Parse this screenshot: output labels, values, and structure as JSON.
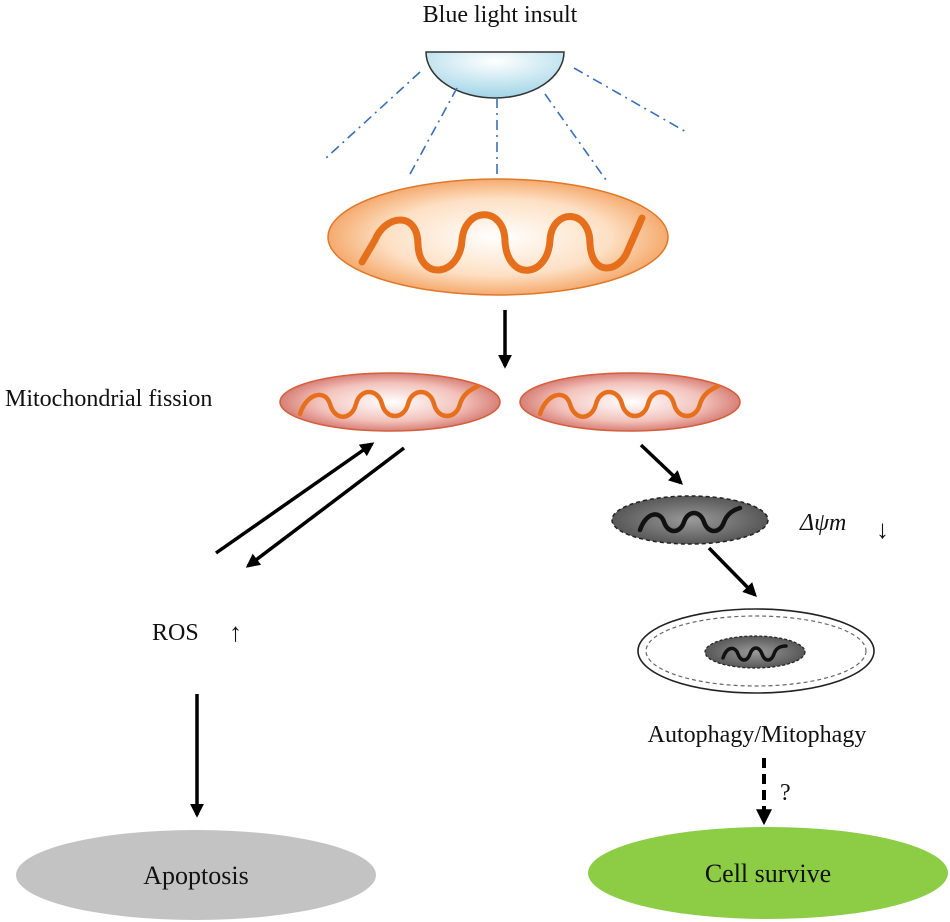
{
  "labels": {
    "blue_light": "Blue light insult",
    "mito_fission": "Mitochondrial fission",
    "ros": "ROS",
    "ros_arrow": "↑",
    "delta_psi": "Δψm",
    "delta_psi_arrow": "↓",
    "autophagy": "Autophagy/Mitophagy",
    "question": "?",
    "apoptosis": "Apoptosis",
    "cell_survive": "Cell survive"
  },
  "colors": {
    "lamp": "#b9e3ef",
    "light_rays": "#3a6fb5",
    "mito_large_fill": "#f4a259",
    "mito_small_fill": "#d9746a",
    "cristae": "#e66f1c",
    "depolarized_mito": "#5a5a5a",
    "arrow": "#000000",
    "apoptosis_fill": "#c3c3c3",
    "cell_survive_fill": "#8ccd45"
  }
}
